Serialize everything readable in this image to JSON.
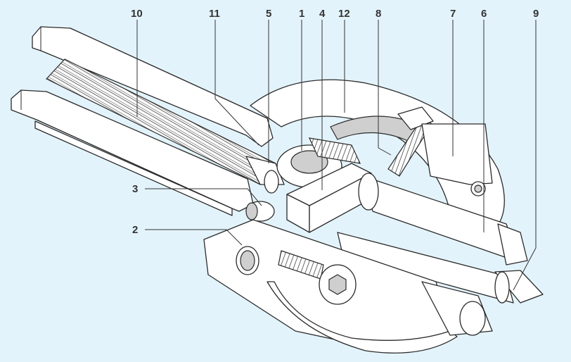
{
  "diagram": {
    "background_color": "#e3f3fb",
    "callouts": [
      {
        "id": "c10",
        "text": "10"
      },
      {
        "id": "c11",
        "text": "11"
      },
      {
        "id": "c5",
        "text": "5"
      },
      {
        "id": "c1",
        "text": "1"
      },
      {
        "id": "c4",
        "text": "4"
      },
      {
        "id": "c12",
        "text": "12"
      },
      {
        "id": "c8",
        "text": "8"
      },
      {
        "id": "c7",
        "text": "7"
      },
      {
        "id": "c6",
        "text": "6"
      },
      {
        "id": "c9",
        "text": "9"
      },
      {
        "id": "c3",
        "text": "3"
      },
      {
        "id": "c2",
        "text": "2"
      }
    ]
  }
}
